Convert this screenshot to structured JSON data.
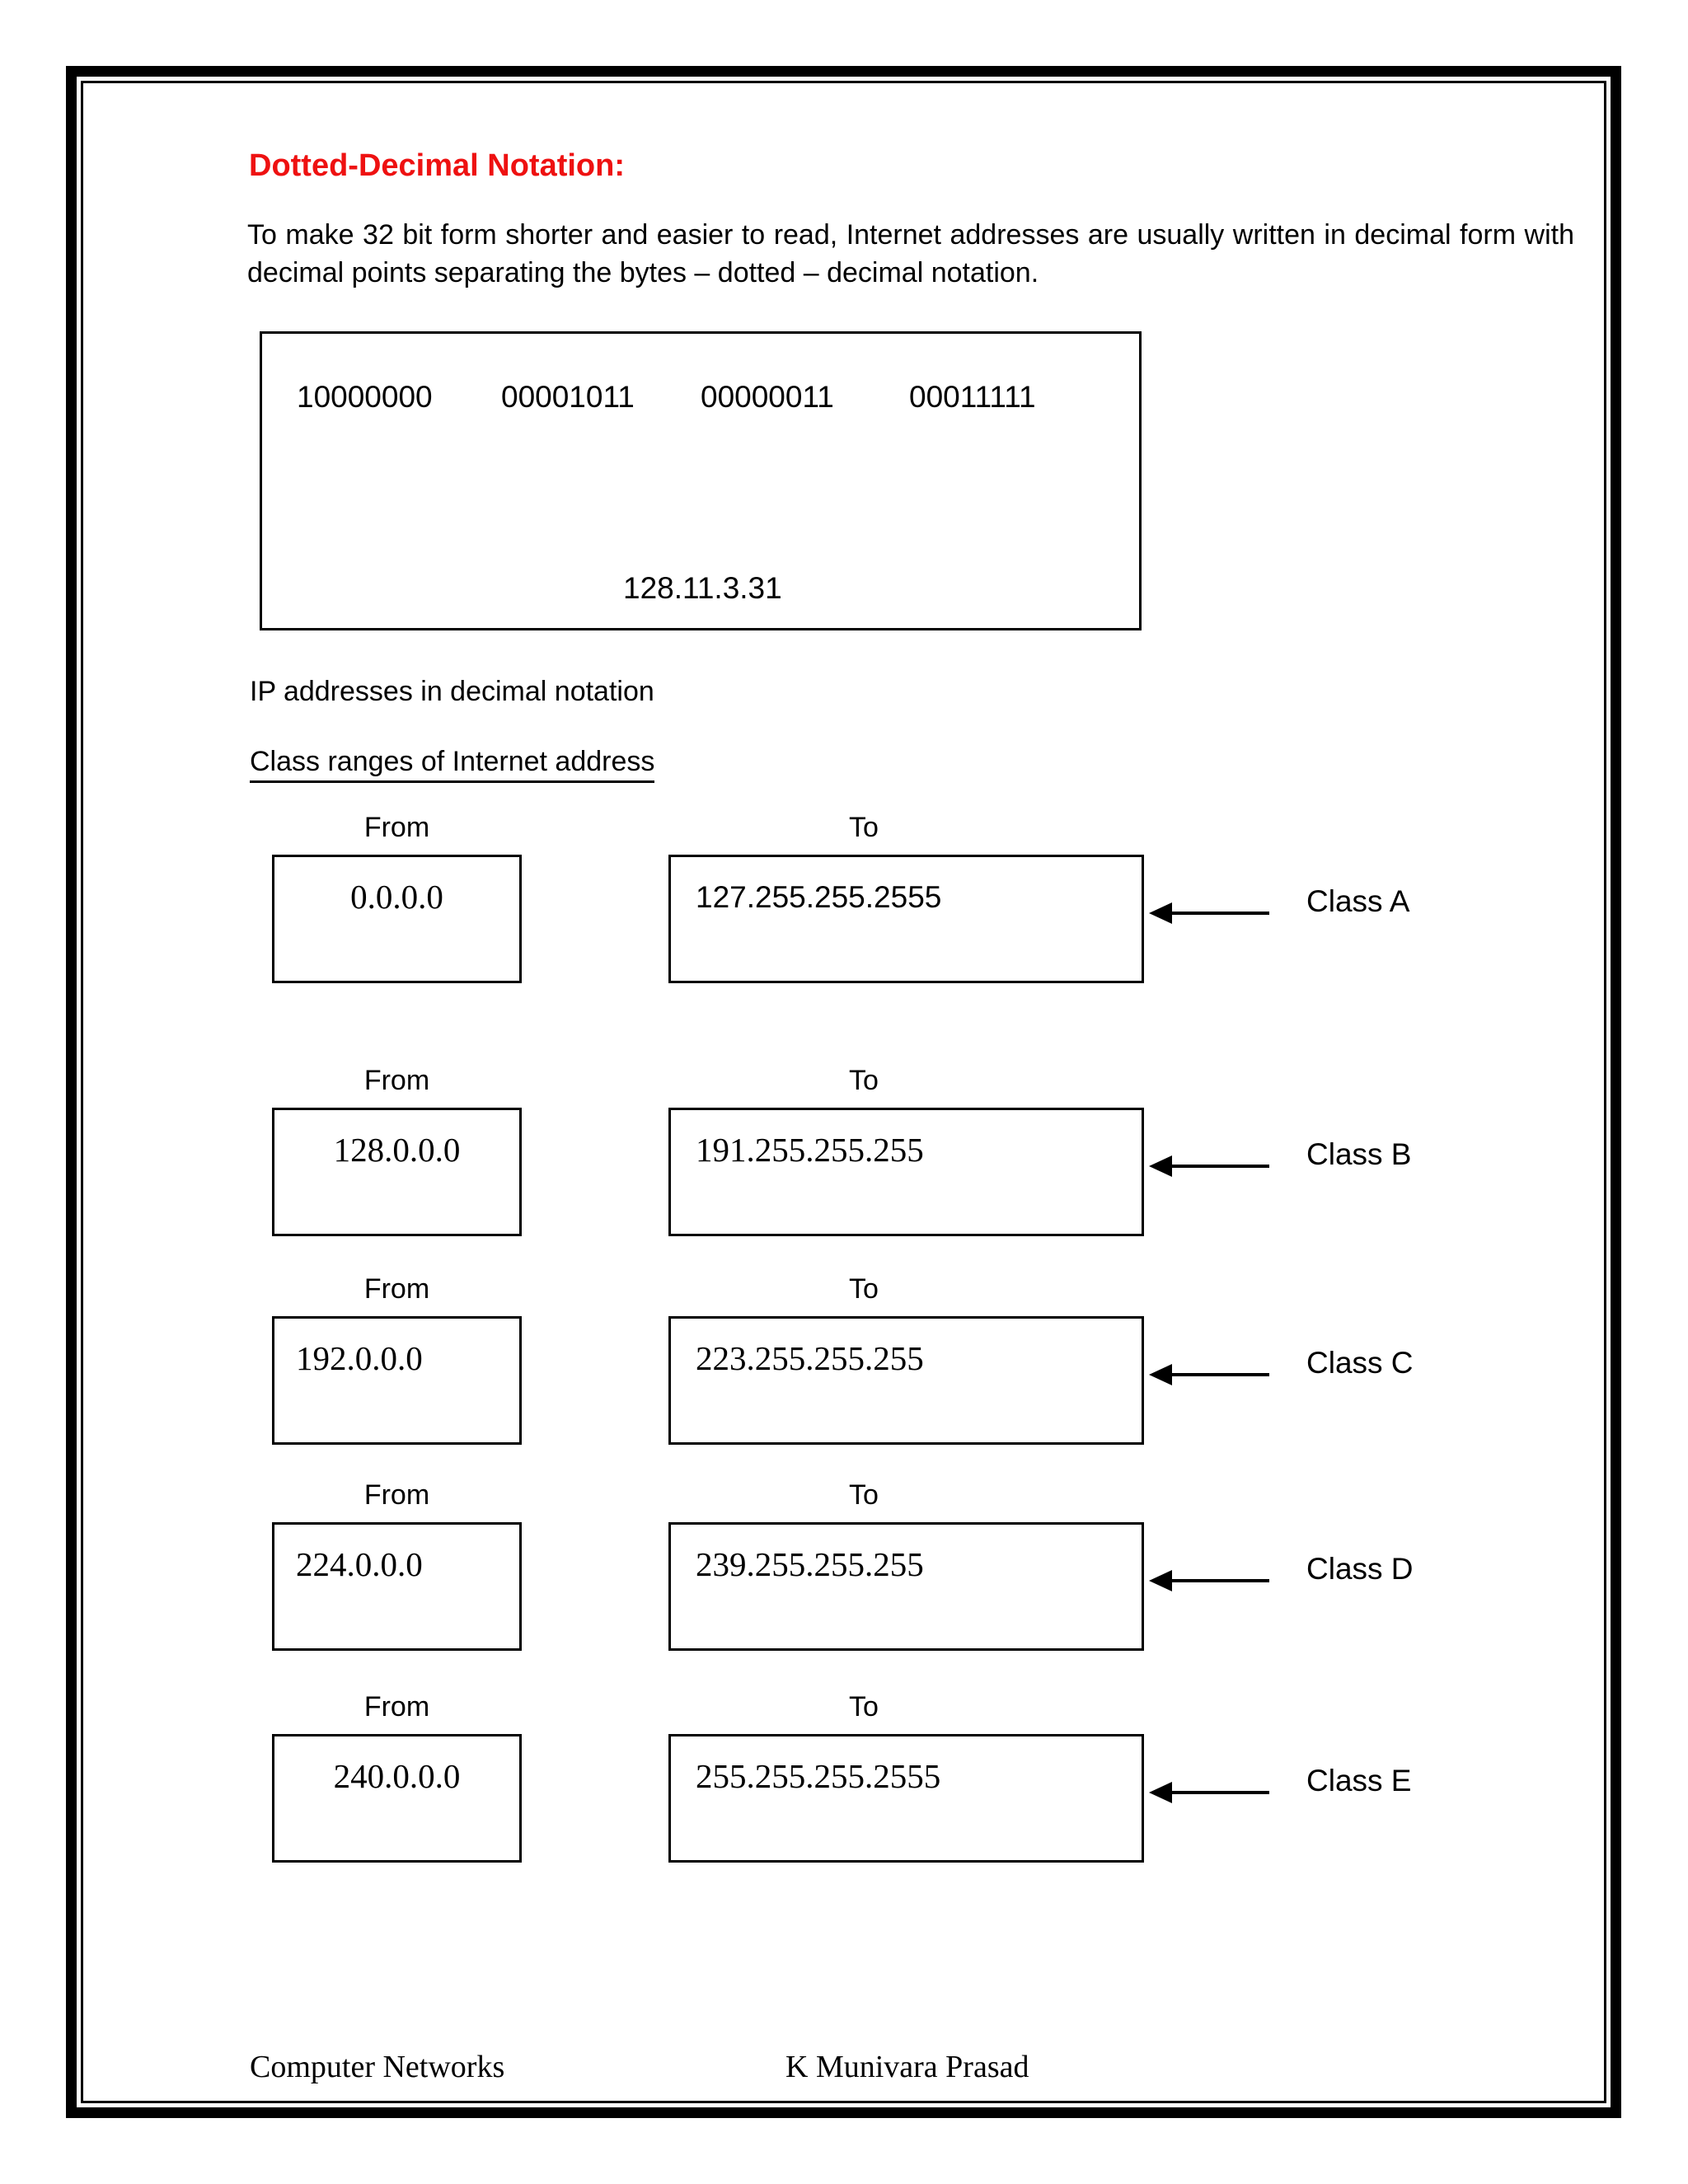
{
  "page": {
    "heading": "Dotted-Decimal Notation:",
    "heading_color": "#ee1111",
    "intro": "To make 32 bit form shorter and easier to read, Internet addresses are usually written in decimal form with decimal points separating the bytes – dotted – decimal notation.",
    "caption": "IP addresses in decimal notation",
    "section_title": "Class ranges of Internet address"
  },
  "binary_figure": {
    "octets": [
      "10000000",
      "00001011",
      "00000011",
      "00011111"
    ],
    "decimal": "128.11.3.31"
  },
  "class_rows": [
    {
      "from_label": "From",
      "to_label": "To",
      "from": "0.0.0.0",
      "to": "127.255.255.2555",
      "class_label": "Class A"
    },
    {
      "from_label": "From",
      "to_label": "To",
      "from": "128.0.0.0",
      "to": "191.255.255.255",
      "class_label": "Class B"
    },
    {
      "from_label": "From",
      "to_label": "To",
      "from": "192.0.0.0",
      "to": "223.255.255.255",
      "class_label": "Class C"
    },
    {
      "from_label": "From",
      "to_label": "To",
      "from": "224.0.0.0",
      "to": "239.255.255.255",
      "class_label": "Class D"
    },
    {
      "from_label": "From",
      "to_label": "To",
      "from": "240.0.0.0",
      "to": "255.255.255.2555",
      "class_label": "Class E"
    }
  ],
  "footer": {
    "course": "Computer Networks",
    "author": "K Munivara Prasad"
  }
}
